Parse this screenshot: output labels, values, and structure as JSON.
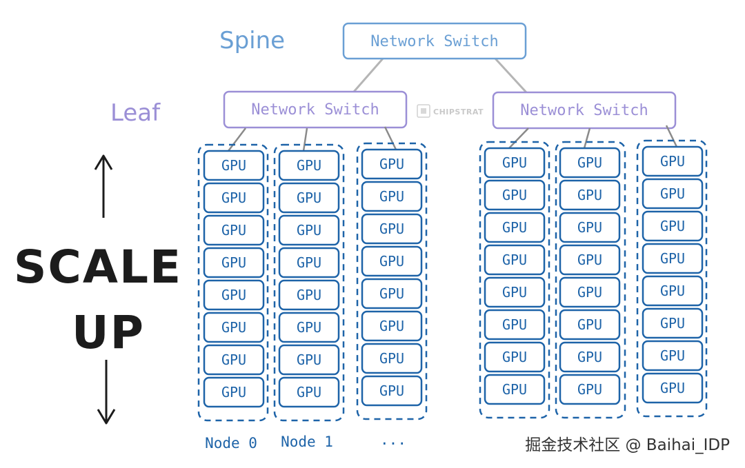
{
  "tiers": {
    "spine": "Spine",
    "leaf": "Leaf"
  },
  "switches": {
    "spine": "Network Switch",
    "leaf_left": "Network Switch",
    "leaf_right": "Network Switch"
  },
  "gpu_label": "GPU",
  "nodes_per_group": 3,
  "gpus_per_node": 8,
  "node_labels": [
    "Node 0",
    "Node 1",
    "..."
  ],
  "scale": {
    "line1": "SCALE",
    "line2": "UP"
  },
  "watermark": "掘金技术社区 @ Baihai_IDP",
  "logo_text": "CHIPSTRAT",
  "colors": {
    "spine": "#6a9fd4",
    "leaf": "#9b8fd6",
    "gpu": "#1d63a8",
    "connector": "#b5b5b5",
    "text_dark": "#1c1c1c"
  }
}
